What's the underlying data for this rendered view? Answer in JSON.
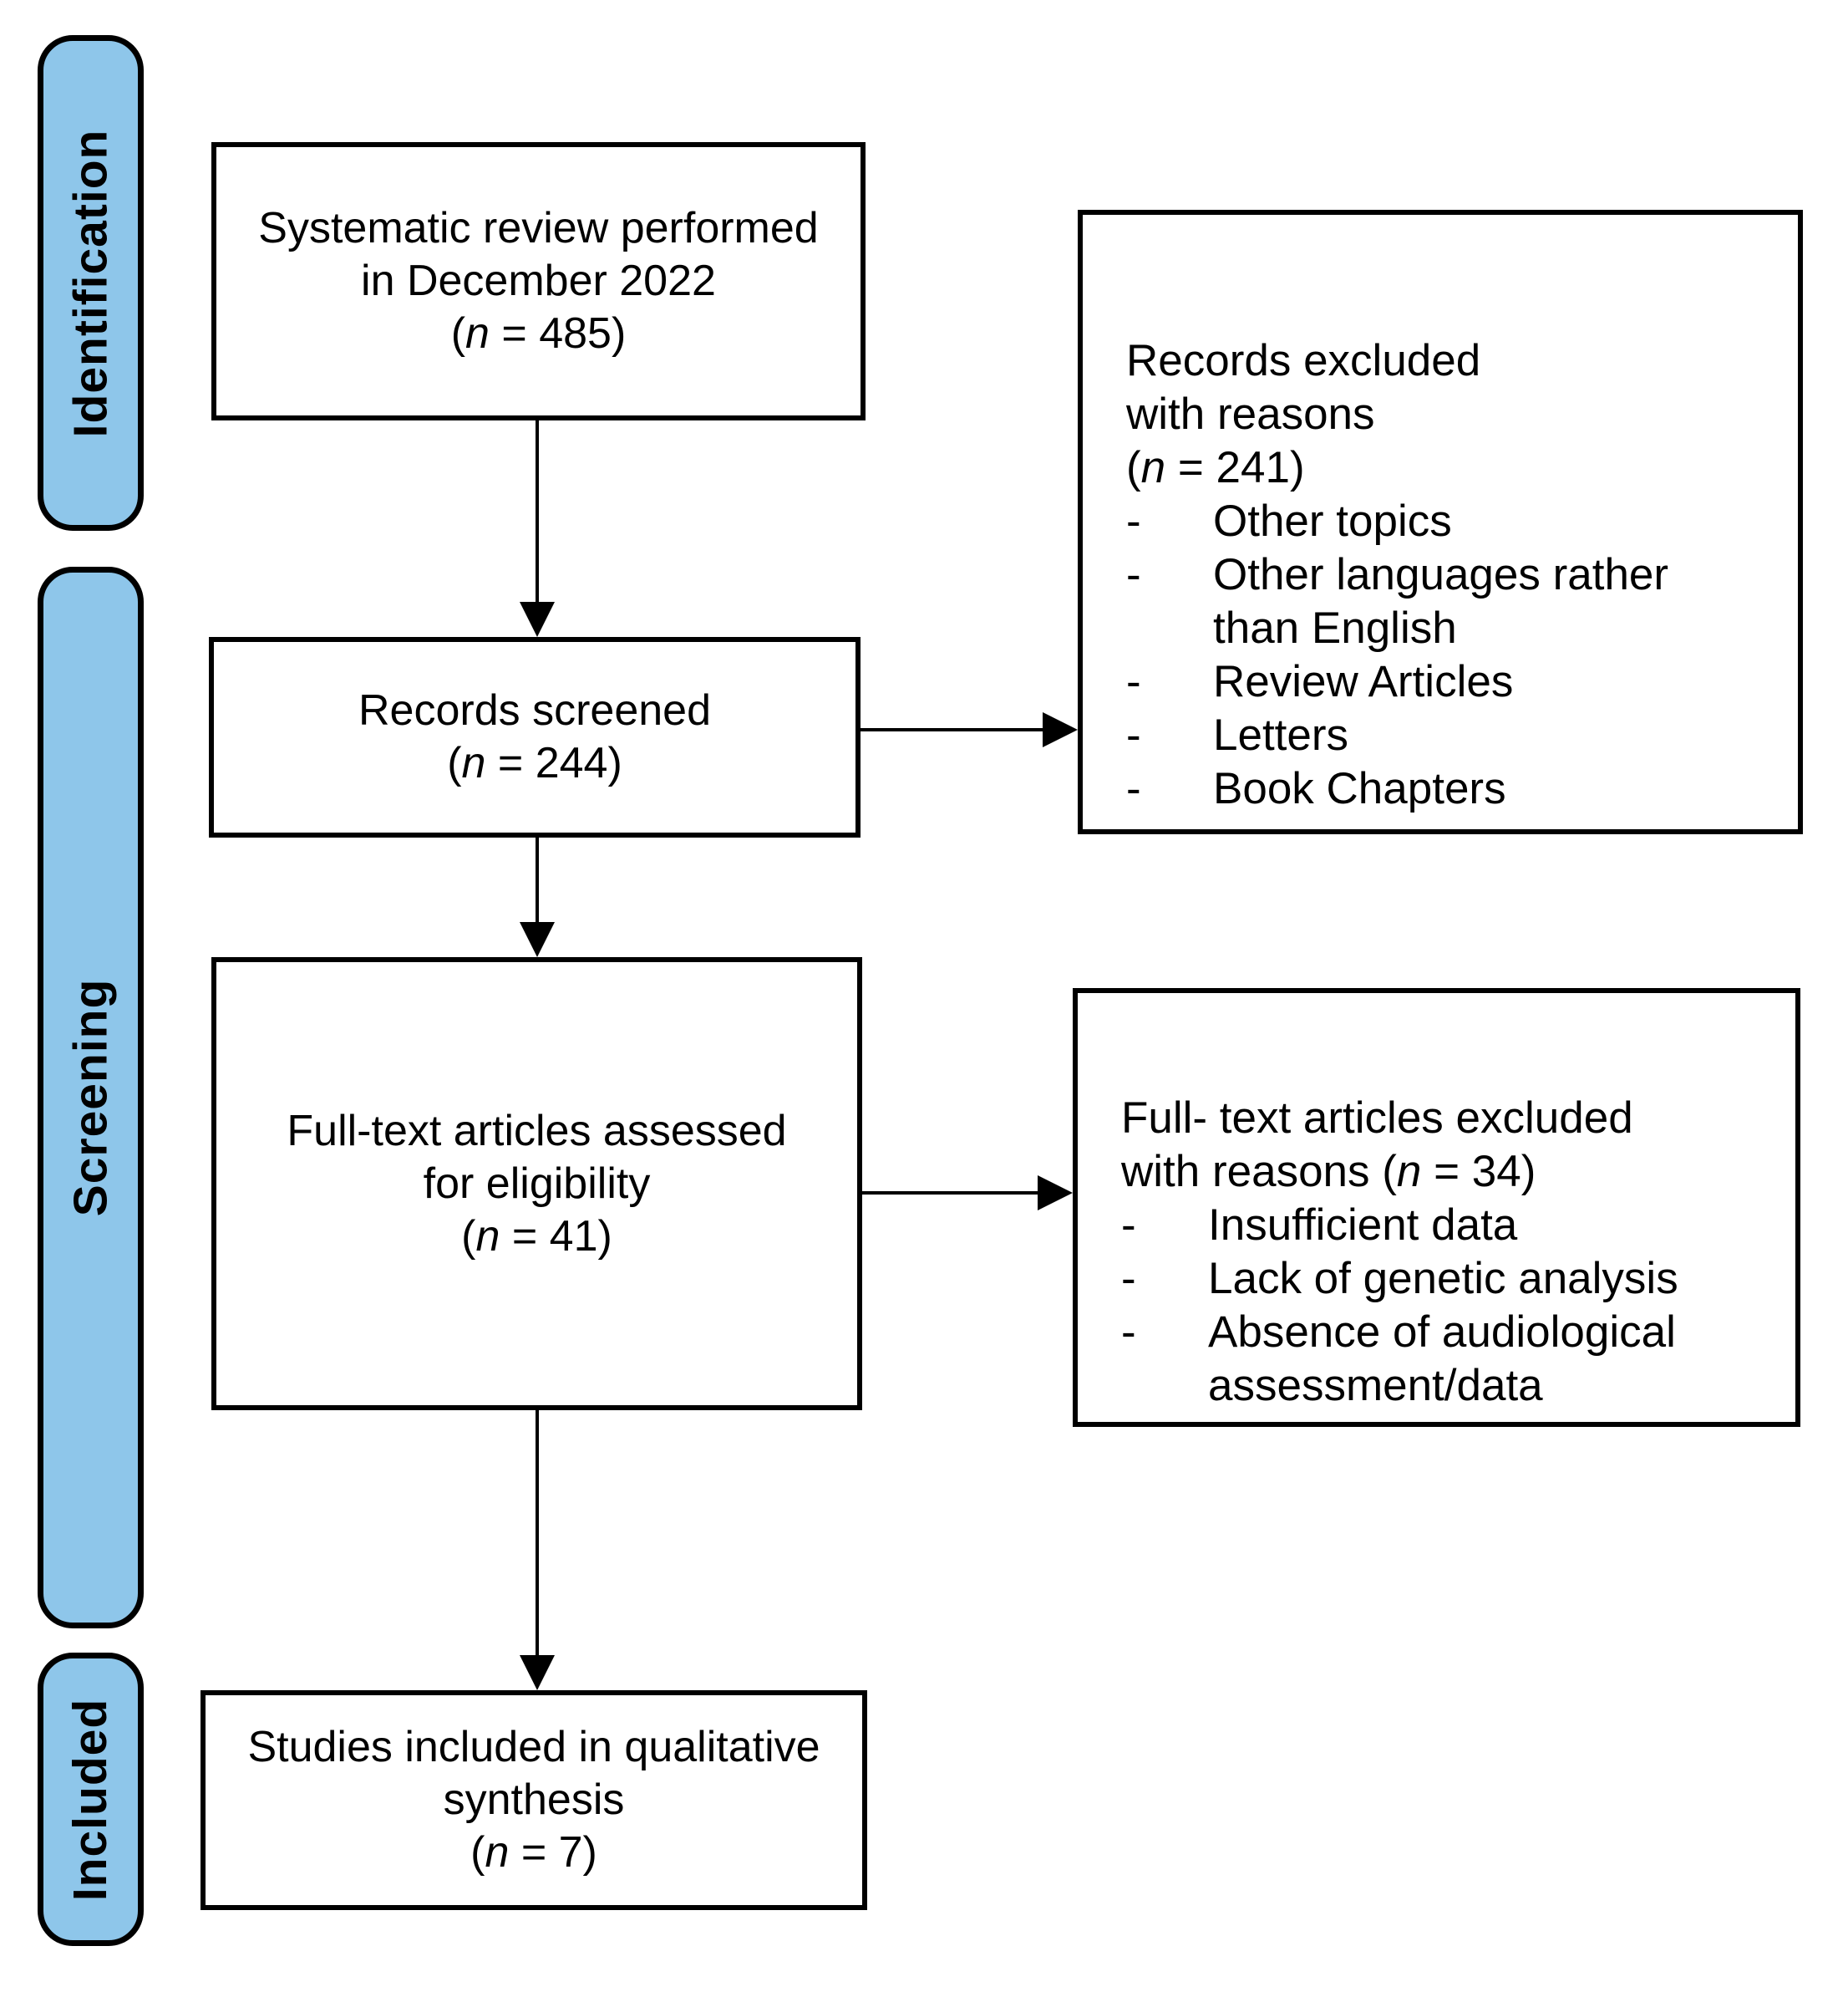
{
  "colors": {
    "stage_fill": "#8EC6EA",
    "line": "#000000",
    "box_fill": "#FFFFFF"
  },
  "stages": [
    {
      "label": "Identification"
    },
    {
      "label": "Screening"
    },
    {
      "label": "Included"
    }
  ],
  "boxes": [
    {
      "lines": [
        "Systematic review performed",
        "in December 2022"
      ],
      "stat": "(n = 485)"
    },
    {
      "lines": [
        "Records screened"
      ],
      "stat": "(n = 244)"
    },
    {
      "lines": [
        "Full-text articles assessed",
        "for eligibility"
      ],
      "stat": "(n = 41)"
    },
    {
      "lines": [
        "Studies included in qualitative",
        "synthesis"
      ],
      "stat": "(n = 7)"
    }
  ],
  "exclusions": [
    {
      "header": [
        "Records excluded",
        "with reasons",
        "(n = 241)"
      ],
      "reasons": [
        "Other topics",
        "Other languages rather than English",
        "Review Articles",
        "Letters",
        "Book Chapters"
      ]
    },
    {
      "header": [
        "Full- text articles excluded",
        "with reasons (n = 34)"
      ],
      "reasons": [
        "Insufficient data",
        "Lack of genetic analysis",
        "Absence of audiological assessment/data"
      ]
    }
  ]
}
